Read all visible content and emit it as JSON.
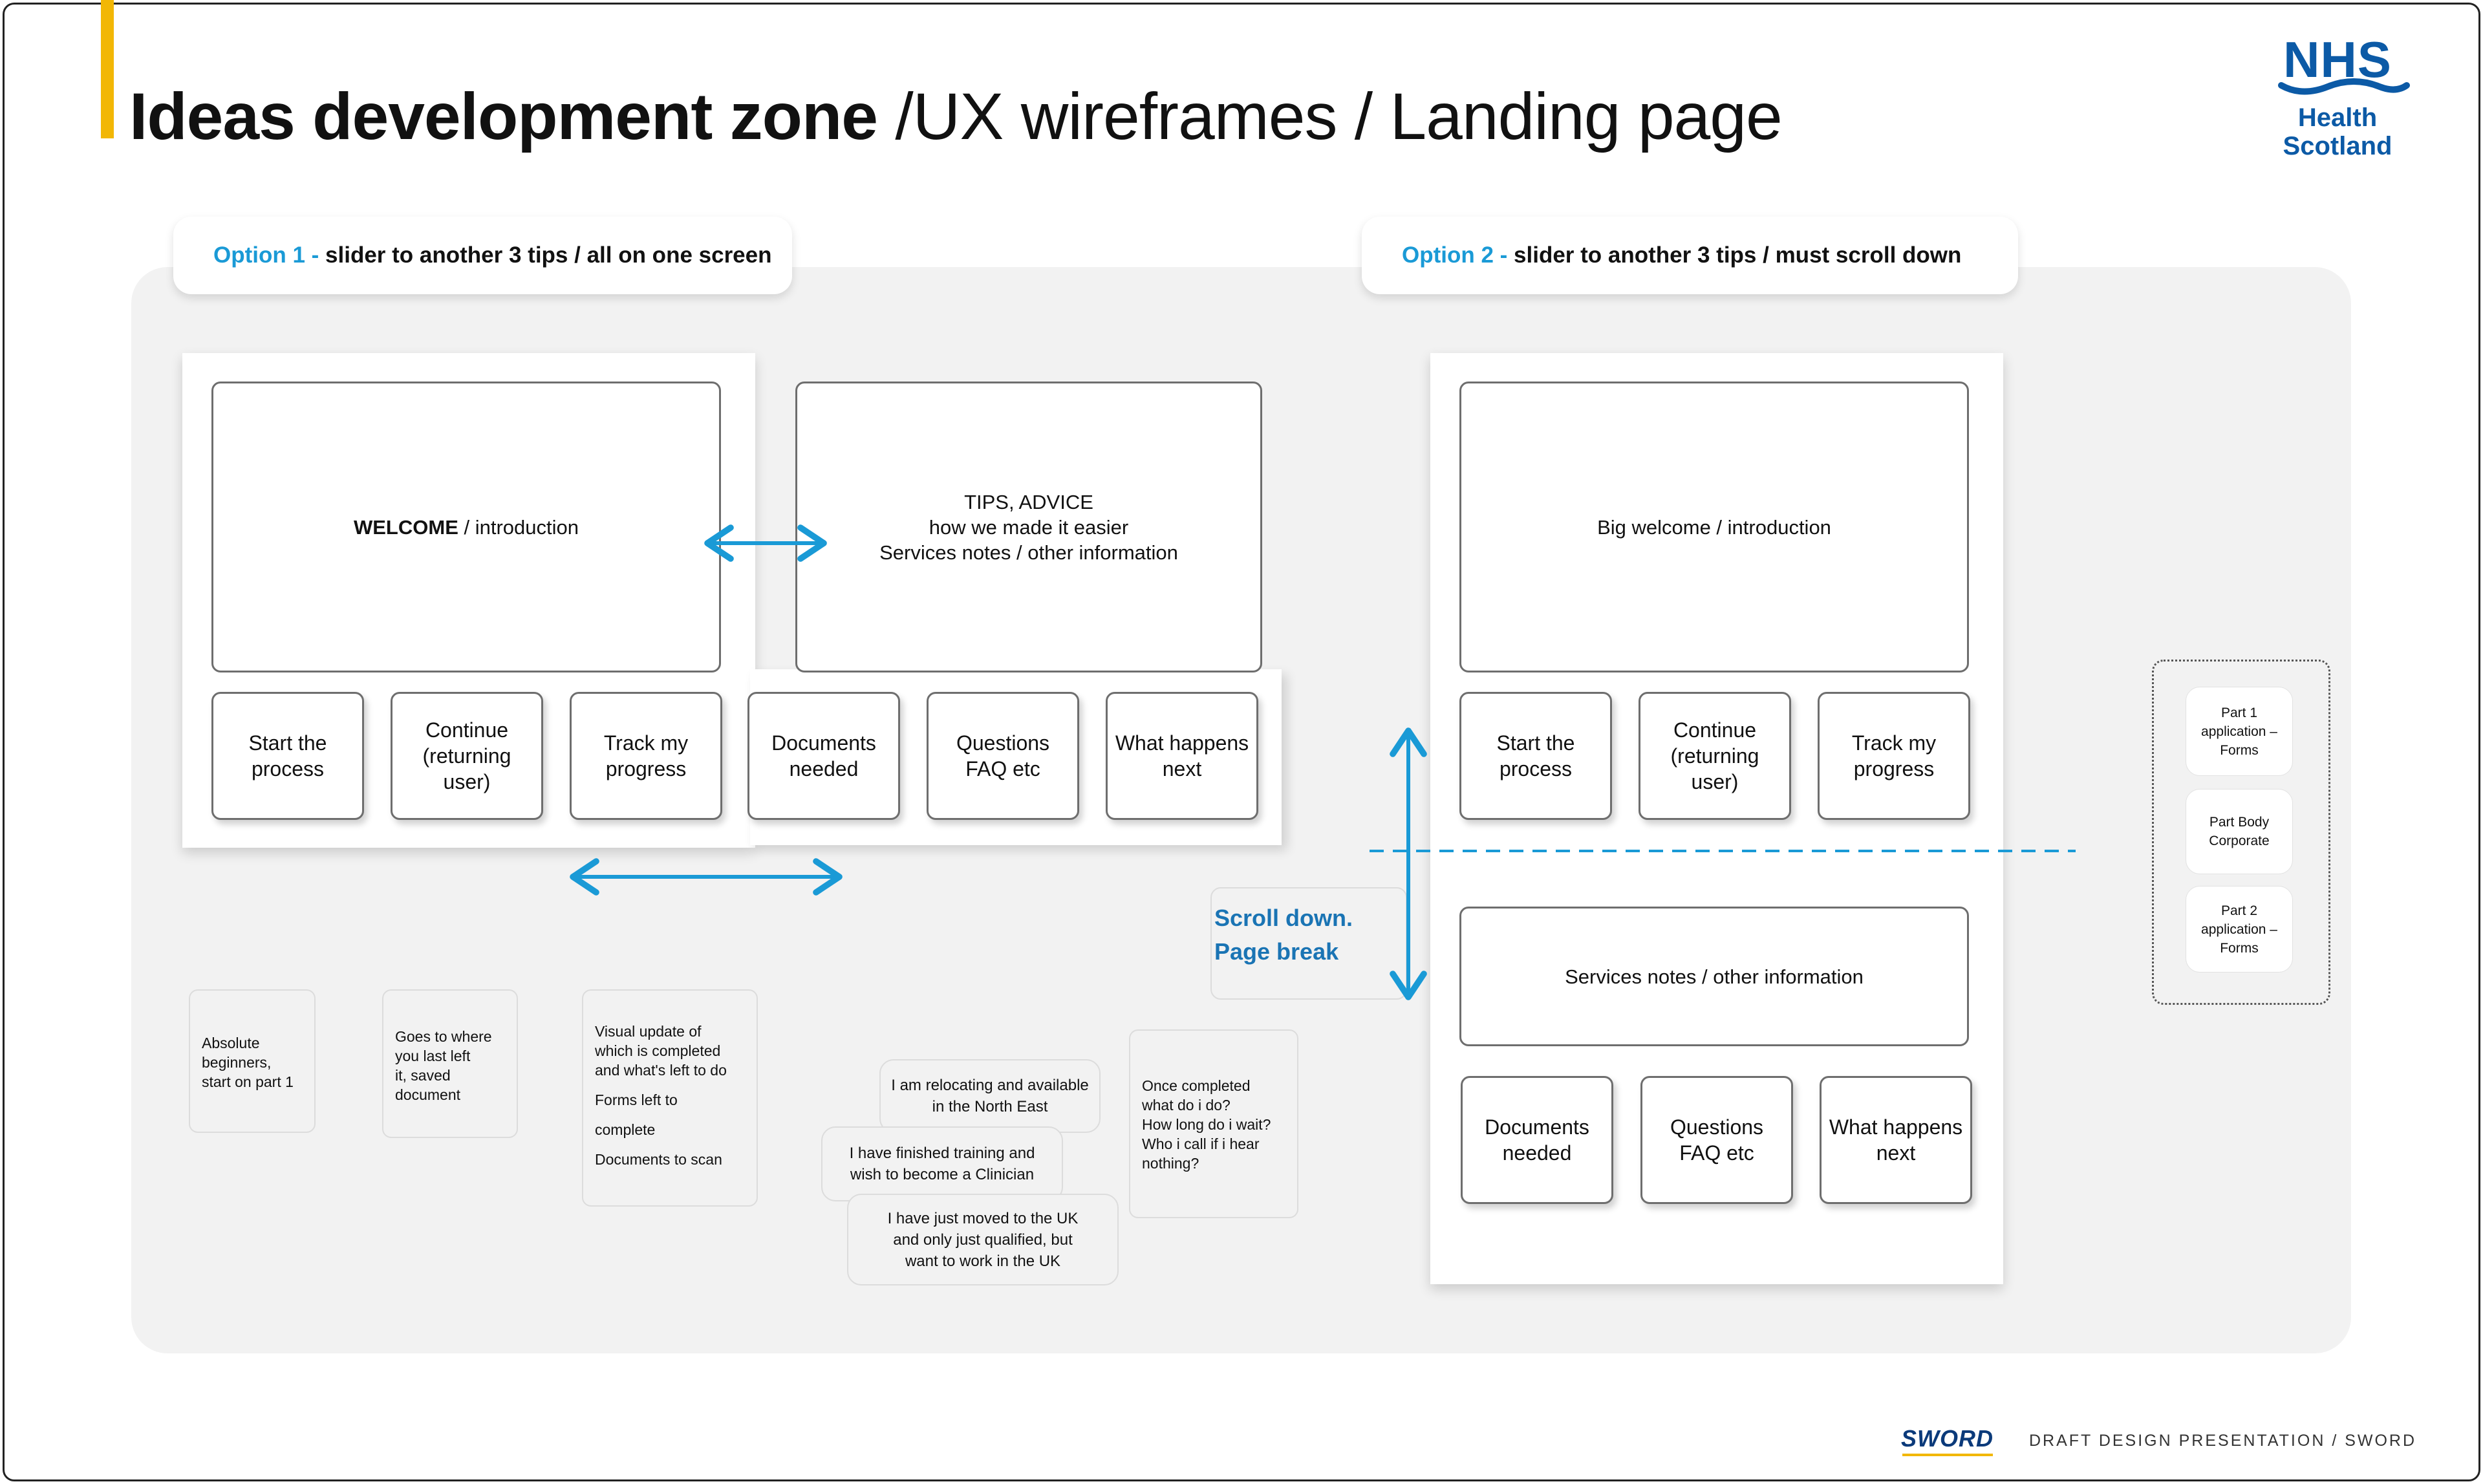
{
  "header": {
    "title_bold": "Ideas development zone",
    "title_rest": " /UX wireframes / Landing page",
    "logo_top": "NHS",
    "logo_line1": "Health",
    "logo_line2": "Scotland"
  },
  "option1": {
    "label": "Option 1 -",
    "description": "slider to another 3 tips / all on one screen",
    "welcome_bold": "WELCOME",
    "welcome_rest": " / introduction",
    "tips_lines": [
      "TIPS, ADVICE",
      "how we made it easier",
      "Services notes / other information"
    ],
    "buttons": [
      [
        "Start the",
        "process"
      ],
      [
        "Continue",
        "(returning",
        "user)"
      ],
      [
        "Track my",
        "progress"
      ],
      [
        "Documents",
        "needed"
      ],
      [
        "Questions",
        "FAQ etc"
      ],
      [
        "What happens",
        "next"
      ]
    ],
    "notes": [
      [
        "Absolute",
        "beginners,",
        "start on part 1"
      ],
      [
        "Goes to where",
        "you last left",
        "it, saved",
        "document"
      ],
      [
        "Visual update of",
        "which is completed",
        "and what's left to do",
        "Forms left to",
        "complete",
        "Documents to scan"
      ],
      [
        "Once completed",
        "what do i do?",
        "How long do i wait?",
        "Who i call if i hear",
        "nothing?"
      ]
    ],
    "quotes": [
      [
        "I am relocating and available",
        "in the North East"
      ],
      [
        "I have finished training and",
        "wish to become a Clinician"
      ],
      [
        "I have just moved to the UK",
        "and only just qualified, but",
        "want to work in the UK"
      ]
    ]
  },
  "option2": {
    "label": "Option 2 -",
    "description": "slider to another 3 tips / must scroll down",
    "welcome": "Big welcome / introduction",
    "buttons_top": [
      [
        "Start the",
        "process"
      ],
      [
        "Continue",
        "(returning",
        "user)"
      ],
      [
        "Track my",
        "progress"
      ]
    ],
    "services": "Services notes / other information",
    "buttons_bottom": [
      [
        "Documents",
        "needed"
      ],
      [
        "Questions",
        "FAQ etc"
      ],
      [
        "What happens",
        "next"
      ]
    ],
    "scroll_label": [
      "Scroll down.",
      "Page break"
    ]
  },
  "parts": [
    [
      "Part 1",
      "application –",
      "Forms"
    ],
    [
      "Part Body",
      "Corporate"
    ],
    [
      "Part 2",
      "application –",
      "Forms"
    ]
  ],
  "footer": {
    "brand": "SWORD",
    "text": "DRAFT DESIGN PRESENTATION / SWORD"
  },
  "colors": {
    "accent": "#f2b705",
    "link_blue": "#1a9ad6",
    "nhs_blue": "#0c5aa6"
  }
}
